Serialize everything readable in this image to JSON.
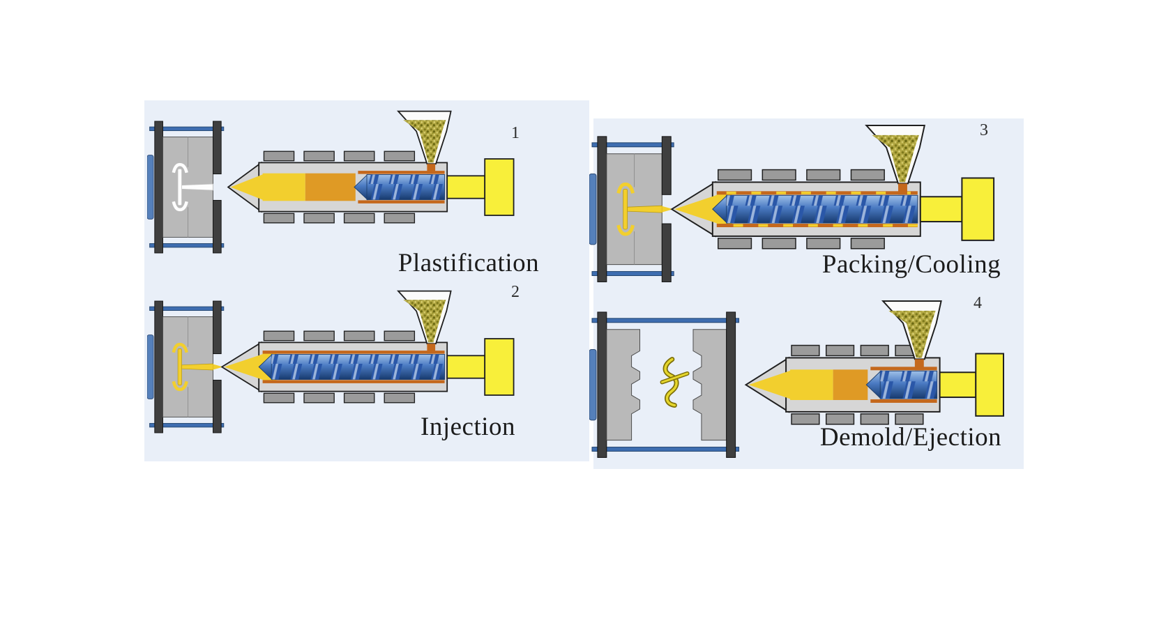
{
  "figure": {
    "background_color": "#e9eff8",
    "panels": [
      {
        "number": "1",
        "caption": "Plastification",
        "stage": "plastification"
      },
      {
        "number": "2",
        "caption": "Injection",
        "stage": "injection"
      },
      {
        "number": "3",
        "caption": "Packing/Cooling",
        "stage": "packing_cooling"
      },
      {
        "number": "4",
        "caption": "Demold/Ejection",
        "stage": "demold_ejection"
      }
    ],
    "colors": {
      "melt_yellow": "#f2cf2e",
      "melt_orange": "#df9a25",
      "screw_blue": "#4a7ac2",
      "pellets_olive": "#b2a742",
      "mold_gray": "#b9b9b9",
      "platen_dark": "#3f3f3f",
      "tie_bar_blue": "#3e6db0",
      "rod_yellow": "#f8ef3a",
      "barrel_gray": "#d6d6d6",
      "heater_gray": "#9b9b9b",
      "outline": "#1f1f1f"
    }
  }
}
